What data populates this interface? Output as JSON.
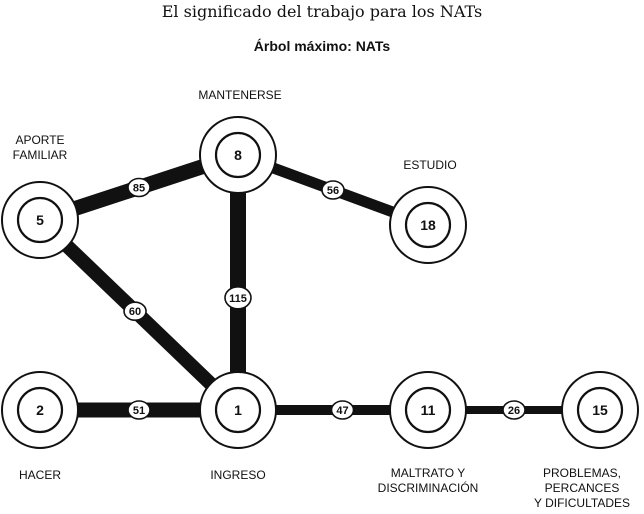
{
  "title": "El significado del trabajo para los NATs",
  "subtitle": "Árbol máximo: NATs",
  "nodes": [
    {
      "id": "n8",
      "value": "8",
      "label": "MANTENERSE"
    },
    {
      "id": "n5",
      "value": "5",
      "label": "APORTE\nFAMILIAR"
    },
    {
      "id": "n18",
      "value": "18",
      "label": "ESTUDIO"
    },
    {
      "id": "n2",
      "value": "2",
      "label": "HACER"
    },
    {
      "id": "n1",
      "value": "1",
      "label": "INGRESO"
    },
    {
      "id": "n11",
      "value": "11",
      "label": "MALTRATO Y\nDISCRIMINACIÓN"
    },
    {
      "id": "n15",
      "value": "15",
      "label": "PROBLEMAS,\nPERCANCES\nY DIFICULTADES"
    }
  ],
  "edges": [
    {
      "from": "n5",
      "to": "n8",
      "weight": "85"
    },
    {
      "from": "n8",
      "to": "n18",
      "weight": "56"
    },
    {
      "from": "n5",
      "to": "n1",
      "weight": "60"
    },
    {
      "from": "n8",
      "to": "n1",
      "weight": "115"
    },
    {
      "from": "n2",
      "to": "n1",
      "weight": "51"
    },
    {
      "from": "n1",
      "to": "n11",
      "weight": "47"
    },
    {
      "from": "n11",
      "to": "n15",
      "weight": "26"
    }
  ]
}
